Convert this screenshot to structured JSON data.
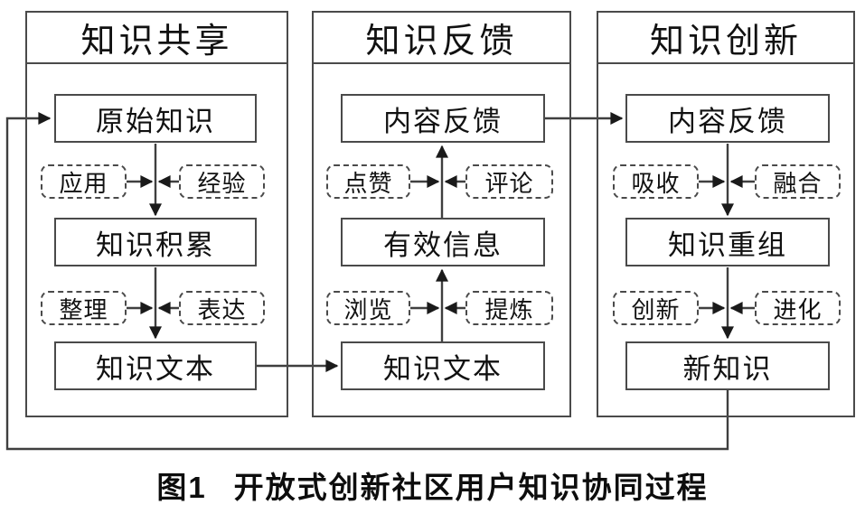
{
  "caption": {
    "prefix": "图1",
    "text": "开放式创新社区用户知识协同过程"
  },
  "columns": [
    {
      "title": "知识共享",
      "boxes": [
        "原始知识",
        "知识积累",
        "知识文本"
      ],
      "tags": [
        [
          "应用",
          "经验"
        ],
        [
          "整理",
          "表达"
        ]
      ],
      "flow_direction": "down"
    },
    {
      "title": "知识反馈",
      "boxes": [
        "内容反馈",
        "有效信息",
        "知识文本"
      ],
      "tags": [
        [
          "点赞",
          "评论"
        ],
        [
          "浏览",
          "提炼"
        ]
      ],
      "flow_direction": "up"
    },
    {
      "title": "知识创新",
      "boxes": [
        "内容反馈",
        "知识重组",
        "新知识"
      ],
      "tags": [
        [
          "吸收",
          "融合"
        ],
        [
          "创新",
          "进化"
        ]
      ],
      "flow_direction": "down"
    }
  ],
  "links": [
    {
      "from": "知识文本 (知识共享)",
      "to": "知识文本 (知识反馈)",
      "type": "arrow"
    },
    {
      "from": "内容反馈 (知识反馈)",
      "to": "内容反馈 (知识创新)",
      "type": "arrow"
    },
    {
      "from": "新知识 (知识创新)",
      "to": "原始知识 (知识共享)",
      "type": "feedback-loop"
    }
  ],
  "colors": {
    "line": "#4a4a4a",
    "arrow": "#1a1a1a",
    "text": "#111111",
    "background": "#ffffff"
  }
}
